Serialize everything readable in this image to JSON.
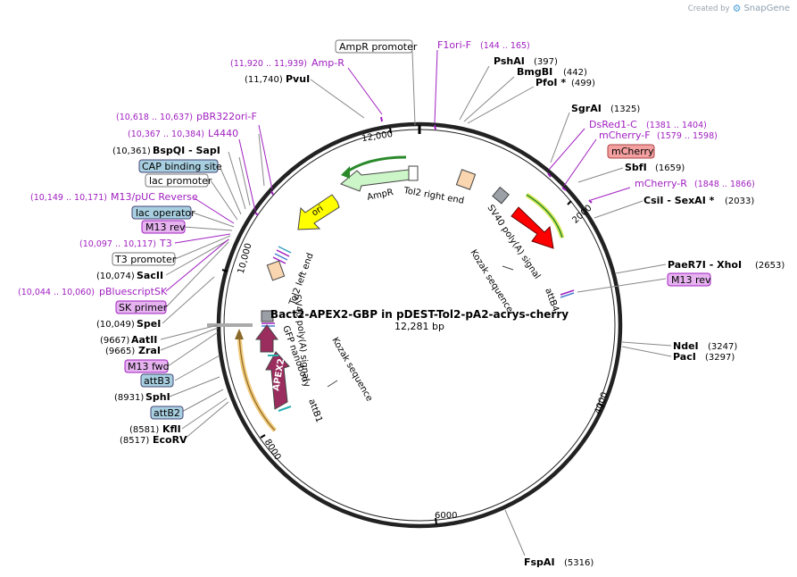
{
  "brand": {
    "created_by": "Created by",
    "name": "SnapGene"
  },
  "map": {
    "title": "Bact2-APEX2-GBP in pDEST-Tol2-pA2-acrys-cherry",
    "length": "12,281 bp"
  },
  "ticks": [
    "2000",
    "4000",
    "6000",
    "8000",
    "10,000",
    "12,000"
  ],
  "boxed_labels": {
    "ampr_promoter": "AmpR promoter",
    "cap_binding_site": "CAP binding site",
    "lac_promoter": "lac promoter",
    "lac_operator": "lac operator",
    "m13_rev_left": "M13 rev",
    "t3_promoter": "T3 promoter",
    "sk_primer": "SK primer",
    "m13_fwd": "M13 fwd",
    "attb3": "attB3",
    "attb2": "attB2",
    "mcherry": "mCherry",
    "m13_rev_right": "M13 rev"
  },
  "primers": {
    "f1ori_f": "F1ori-F",
    "f1ori_f_range": "(144 .. 165)",
    "amp_r": "Amp-R",
    "amp_r_range": "(11,920 .. 11,939)",
    "pbr322": "pBR322ori-F",
    "pbr322_range": "(10,618 .. 10,637)",
    "l4440": "L4440",
    "l4440_range": "(10,367 .. 10,384)",
    "m13puc": "M13/pUC Reverse",
    "m13puc_range": "(10,149 .. 10,171)",
    "t3": "T3",
    "t3_range": "(10,097 .. 10,117)",
    "pbluescript": "pBluescriptSK",
    "pbluescript_range": "(10,044 .. 10,060)",
    "dsred": "DsRed1-C",
    "dsred_range": "(1381 .. 1404)",
    "mcherry_f": "mCherry-F",
    "mcherry_f_range": "(1579 .. 1598)",
    "mcherry_r": "mCherry-R",
    "mcherry_r_range": "(1848 .. 1866)"
  },
  "enzymes": {
    "psha": "PshAI",
    "psha_pos": "(397)",
    "bmgb": "BmgBI",
    "bmgb_pos": "(442)",
    "pfoi": "PfoI *",
    "pfoi_pos": "(499)",
    "sgra": "SgrAI",
    "sgra_pos": "(1325)",
    "sbfi": "SbfI",
    "sbfi_pos": "(1659)",
    "csii": "CsiI   - SexAI *",
    "csii_pos": "(2033)",
    "pvui": "PvuI",
    "pvui_pos": "(11,740)",
    "bspqi": "BspQI   - SapI",
    "bspqi_pos": "(10,361)",
    "sacii": "SacII",
    "sacii_pos": "(10,074)",
    "spei": "SpeI",
    "spei_pos": "(10,049)",
    "aatii": "AatII",
    "aatii_pos": "(9667)",
    "zrai": "ZraI",
    "zrai_pos": "(9665)",
    "sphi": "SphI",
    "sphi_pos": "(8931)",
    "kfli": "KflI",
    "kfli_pos": "(8581)",
    "ecorv": "EcoRV",
    "ecorv_pos": "(8517)",
    "paer7i": "PaeR7I   - XhoI",
    "paer7i_pos": "(2653)",
    "ndei": "NdeI",
    "ndei_pos": "(3247)",
    "paci": "PacI",
    "paci_pos": "(3297)",
    "fspai": "FspAI",
    "fspai_pos": "(5316)"
  },
  "features": {
    "ampr": "AmpR",
    "tol2_right": "Tol2 right end",
    "ori": "ori",
    "sv40_1": "SV40 poly(A) signal",
    "kozak_1": "Kozak sequence",
    "attb4": "attB4",
    "tol2_left": "Tol2 left end",
    "sv40_2": "SV40 poly(A) signal",
    "gfp_nano": "GFP nanobody",
    "apex2": "APEX2",
    "kozak_2": "Kozak sequence",
    "attb1": "attB1"
  },
  "colors": {
    "primer": "#a020c0",
    "boxed_feature": "#a8cfe0",
    "boxed_primer": "#e6b3f0",
    "mcherry_box": "#f4a0a0",
    "ampr_arrow": "#ccf5c8",
    "ori_arrow": "#ffff00",
    "mcherry_arrow": "#ff0000",
    "apex2_arrow": "#9b2d5e",
    "tol2_box": "#f9d6b0",
    "sv40_box": "#9aa0a6"
  }
}
